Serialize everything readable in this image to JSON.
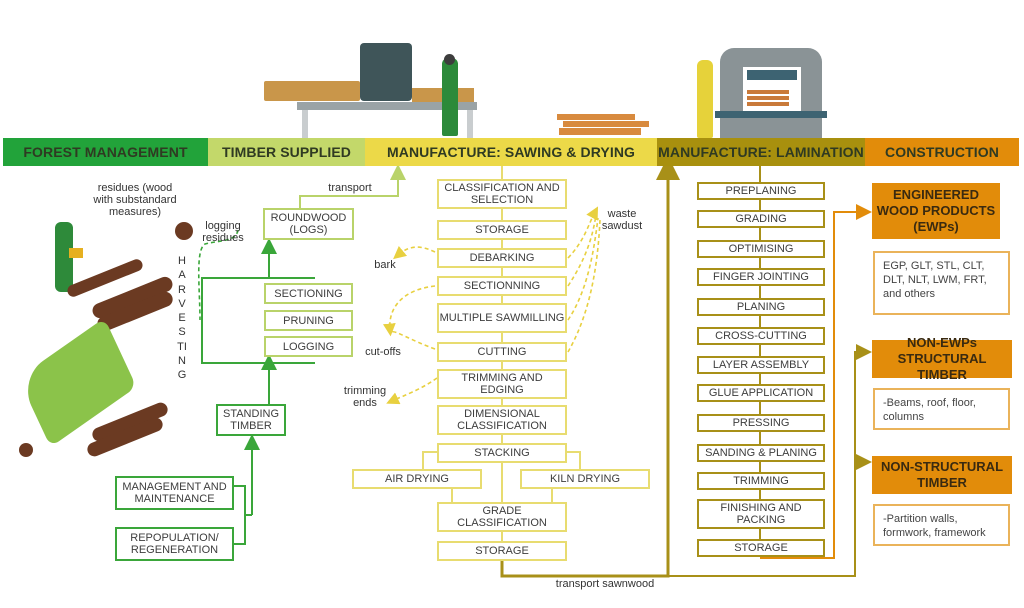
{
  "stages": [
    {
      "label": "FOREST MANAGEMENT",
      "color": "#22a33a"
    },
    {
      "label": "TIMBER SUPPLIED",
      "color": "#c3d86a"
    },
    {
      "label": "MANUFACTURE: SAWING & DRYING",
      "color": "#ecd948"
    },
    {
      "label": "MANUFACTURE: LAMINATION",
      "color": "#a8900e"
    },
    {
      "label": "CONSTRUCTION",
      "color": "#e28c0a"
    }
  ],
  "forest": {
    "residues_note": "residues (wood with substandard measures)",
    "logging_residues": "logging residues",
    "harvesting": "HARVESTING",
    "management": "MANAGEMENT AND MAINTENANCE",
    "repopulation": "REPOPULATION/ REGENERATION"
  },
  "timber": {
    "roundwood": "ROUNDWOOD (LOGS)",
    "sectioning": "SECTIONING",
    "pruning": "PRUNING",
    "logging": "LOGGING",
    "standing": "STANDING TIMBER",
    "transport": "transport"
  },
  "sawing": {
    "steps": [
      "CLASSIFICATION AND SELECTION",
      "STORAGE",
      "DEBARKING",
      "SECTIONNING",
      "MULTIPLE SAWMILLING",
      "CUTTING",
      "TRIMMING AND EDGING",
      "DIMENSIONAL CLASSIFICATION",
      "STACKING"
    ],
    "air_drying": "AIR DRYING",
    "kiln_drying": "KILN DRYING",
    "grade": "GRADE CLASSIFICATION",
    "storage_final": "STORAGE",
    "byproducts": {
      "bark": "bark",
      "cutoffs": "cut-offs",
      "trimming_ends": "trimming ends",
      "waste_sawdust": "waste sawdust"
    },
    "transport_sawnwood": "transport sawnwood"
  },
  "lamination": {
    "steps": [
      "PREPLANING",
      "GRADING",
      "OPTIMISING",
      "FINGER JOINTING",
      "PLANING",
      "CROSS-CUTTING",
      "LAYER ASSEMBLY",
      "GLUE APPLICATION",
      "PRESSING",
      "SANDING & PLANING",
      "TRIMMING",
      "FINISHING AND PACKING",
      "STORAGE"
    ]
  },
  "construction": {
    "products": [
      {
        "title": "ENGINEERED WOOD PRODUCTS (EWPs)",
        "desc": "EGP, GLT, STL, CLT, DLT, NLT, LWM, FRT, and others"
      },
      {
        "title": "NON-EWPs STRUCTURAL TIMBER",
        "desc": "-Beams, roof, floor, columns"
      },
      {
        "title": "NON-STRUCTURAL TIMBER",
        "desc": "-Partition walls, formwork, framework"
      }
    ]
  },
  "colors": {
    "green": "#3aa63a",
    "light_green": "#b9d36a",
    "yellow": "#e8dc70",
    "olive": "#a89018",
    "orange": "#e28c0a"
  }
}
